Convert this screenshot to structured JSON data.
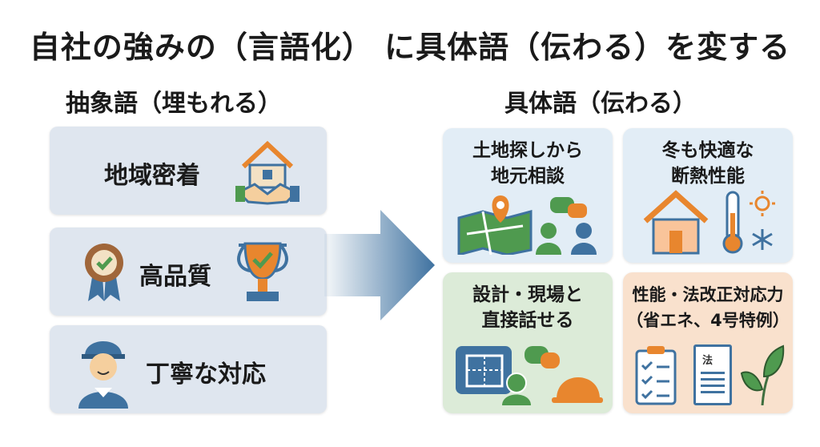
{
  "title": "自社の強みの（言語化） に具体語（伝わる）を変する",
  "left": {
    "heading": "抽象語（埋もれる）",
    "items": [
      {
        "label": "地域密着",
        "icon": "house-handshake-icon"
      },
      {
        "label": "高品質",
        "icon": "award-trophy-icon"
      },
      {
        "label": "丁寧な対応",
        "icon": "worker-icon"
      }
    ]
  },
  "right": {
    "heading": "具体語（伝わる）",
    "items": [
      {
        "line1": "土地探しから",
        "line2": "地元相談",
        "icon": "map-people-icon",
        "color": "#e2edf6"
      },
      {
        "line1": "冬も快適な",
        "line2": "断熱性能",
        "icon": "warm-house-thermometer-icon",
        "color": "#e2edf6"
      },
      {
        "line1": "設計・現場と",
        "line2": "直接話せる",
        "icon": "blueprint-chat-helmet-icon",
        "color": "#dcebd8"
      },
      {
        "line1": "性能・法改正対応力",
        "line2": "（省エネ、4号特例）",
        "icon": "checklist-law-leaf-icon",
        "color": "#f9e1cd",
        "doc_label": "法"
      }
    ]
  },
  "colors": {
    "blue": "#3f72a0",
    "orange": "#e8862e",
    "green": "#4f9a4f"
  }
}
